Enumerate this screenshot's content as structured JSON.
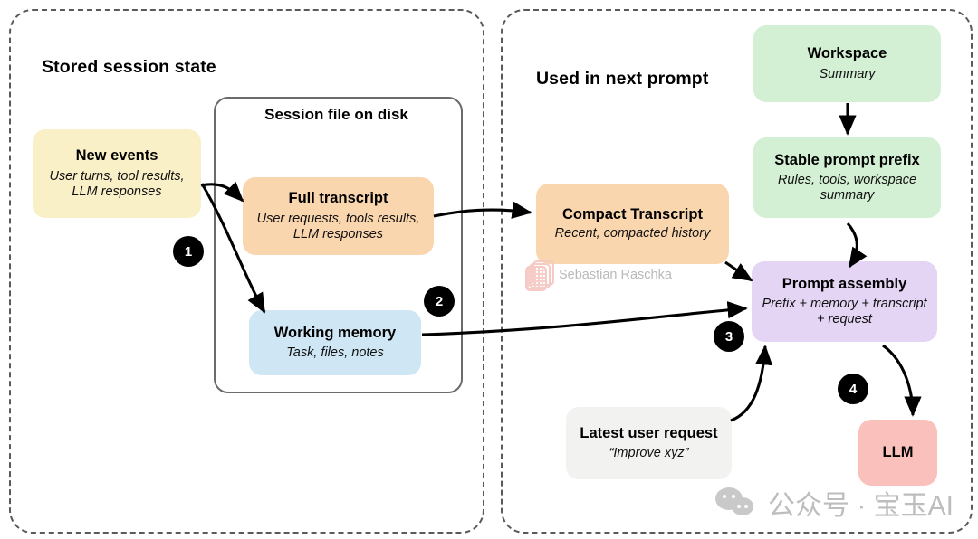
{
  "groups": [
    {
      "id": "stored",
      "title": "Stored session state"
    },
    {
      "id": "next",
      "title": "Used in next prompt"
    }
  ],
  "session_file": {
    "title": "Session file on disk"
  },
  "nodes": [
    {
      "id": "new-events",
      "title": "New events",
      "subtitle": "User turns, tool results, LLM responses",
      "color": "#faf0c8"
    },
    {
      "id": "full-transcript",
      "title": "Full transcript",
      "subtitle": "User requests, tools results, LLM responses",
      "color": "#fad6ae"
    },
    {
      "id": "working-memory",
      "title": "Working memory",
      "subtitle": "Task, files, notes",
      "color": "#cfe6f5"
    },
    {
      "id": "compact-transcript",
      "title": "Compact Transcript",
      "subtitle": "Recent, compacted history",
      "color": "#fad6ae"
    },
    {
      "id": "workspace",
      "title": "Workspace",
      "subtitle": "Summary",
      "color": "#d3f0d4"
    },
    {
      "id": "stable-prefix",
      "title": "Stable prompt prefix",
      "subtitle": "Rules, tools, workspace summary",
      "color": "#d3f0d4"
    },
    {
      "id": "prompt-assembly",
      "title": "Prompt assembly",
      "subtitle": "Prefix + memory + transcript + request",
      "color": "#e4d5f5"
    },
    {
      "id": "latest-request",
      "title": "Latest user request",
      "subtitle": "“Improve xyz”",
      "color": "#f2f2f0"
    },
    {
      "id": "llm",
      "title": "LLM",
      "subtitle": "",
      "color": "#fac0bc"
    }
  ],
  "step_badges": [
    {
      "id": "step-1",
      "label": "1"
    },
    {
      "id": "step-2",
      "label": "2"
    },
    {
      "id": "step-3",
      "label": "3"
    },
    {
      "id": "step-4",
      "label": "4"
    }
  ],
  "watermarks": {
    "author": "Sebastian Raschka",
    "wechat": "公众号 · 宝玉AI"
  },
  "colors": {
    "dashed_border": "#5a5a5a",
    "solid_border": "#6b6b6b",
    "arrow": "#000000",
    "badge_bg": "#000000",
    "background": "#ffffff"
  }
}
